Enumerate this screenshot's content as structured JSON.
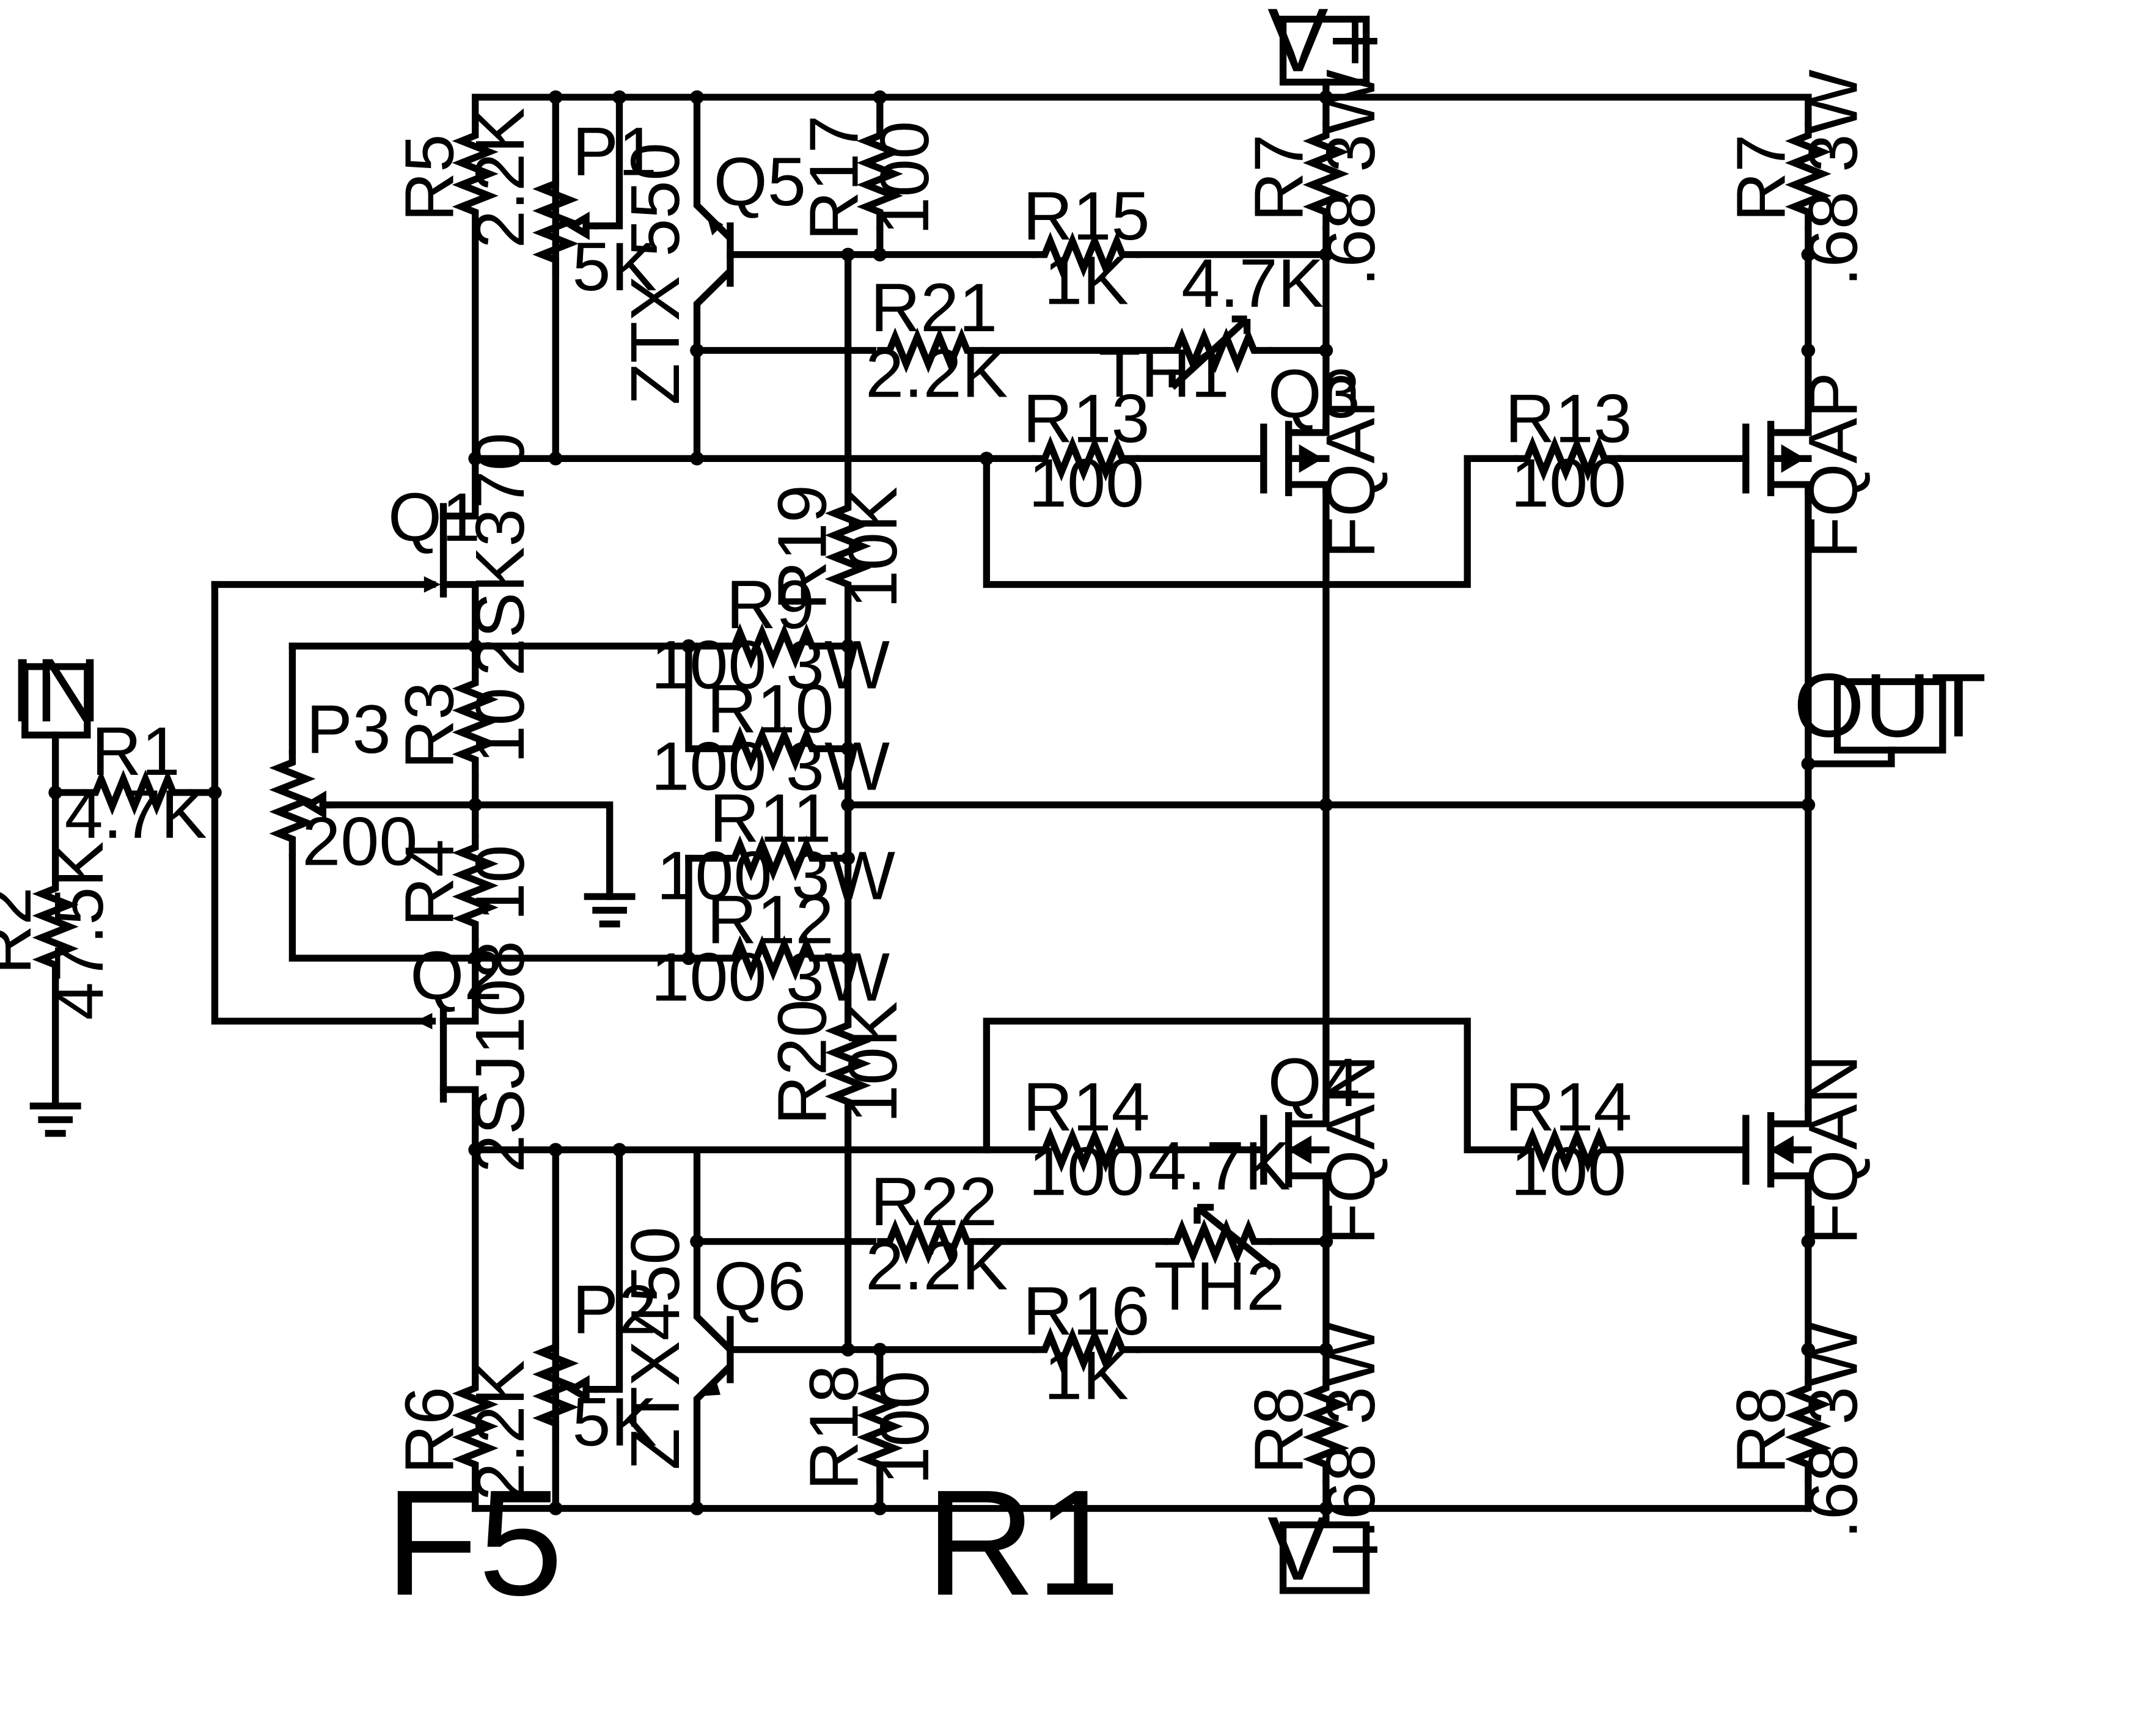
{
  "terminals": {
    "vplus": "V+",
    "vminus": "V−",
    "in": "IN",
    "out": "OUT"
  },
  "resistors": {
    "r1": {
      "ref": "R1",
      "value": "4.7K"
    },
    "r2": {
      "ref": "R2",
      "value": "47.5K"
    },
    "r3": {
      "ref": "R3",
      "value": "10"
    },
    "r4": {
      "ref": "R4",
      "value": "10"
    },
    "r5": {
      "ref": "R5",
      "value": "2.2K"
    },
    "r6": {
      "ref": "R6",
      "value": "2.2K"
    },
    "r7a": {
      "ref": "R7",
      "value": ".68 3W"
    },
    "r7b": {
      "ref": "R7",
      "value": ".68 3W"
    },
    "r8a": {
      "ref": "R8",
      "value": ".68 3W"
    },
    "r8b": {
      "ref": "R8",
      "value": ".68 3W"
    },
    "r9": {
      "ref": "R9",
      "value": "100 3W"
    },
    "r10": {
      "ref": "R10",
      "value": "100 3W"
    },
    "r11": {
      "ref": "R11",
      "value": "100 3W"
    },
    "r12": {
      "ref": "R12",
      "value": "100 3W"
    },
    "r13a": {
      "ref": "R13",
      "value": "100"
    },
    "r13b": {
      "ref": "R13",
      "value": "100"
    },
    "r14a": {
      "ref": "R14",
      "value": "100"
    },
    "r14b": {
      "ref": "R14",
      "value": "100"
    },
    "r15": {
      "ref": "R15",
      "value": "1K"
    },
    "r16": {
      "ref": "R16",
      "value": "1K"
    },
    "r17": {
      "ref": "R17",
      "value": "100"
    },
    "r18": {
      "ref": "R18",
      "value": "100"
    },
    "r19": {
      "ref": "R19",
      "value": "10K"
    },
    "r20": {
      "ref": "R20",
      "value": "10K"
    },
    "r21": {
      "ref": "R21",
      "value": "2.2K"
    },
    "r22": {
      "ref": "R22",
      "value": "2.2K"
    }
  },
  "pots": {
    "p1": {
      "ref": "P1",
      "value": "5K"
    },
    "p2": {
      "ref": "P2",
      "value": "5K"
    },
    "p3": {
      "ref": "P3",
      "value": "200"
    }
  },
  "thermistors": {
    "th1": {
      "ref": "TH1",
      "value": "4.7K"
    },
    "th2": {
      "ref": "TH2",
      "value": "4.7K"
    }
  },
  "transistors": {
    "q1": {
      "ref": "Q1",
      "part": "2SK370"
    },
    "q2": {
      "ref": "Q2",
      "part": "2SJ108"
    },
    "q3": {
      "ref": "Q3",
      "part": "FQAP"
    },
    "q3b": {
      "part": "FQAP"
    },
    "q4": {
      "ref": "Q4",
      "part": "FQAN"
    },
    "q4b": {
      "part": "FQAN"
    },
    "q5": {
      "ref": "Q5",
      "part": "ZTX 550"
    },
    "q6": {
      "ref": "Q6",
      "part": "ZTX450"
    }
  },
  "title_block": {
    "name": "F5",
    "revision": "R1"
  }
}
